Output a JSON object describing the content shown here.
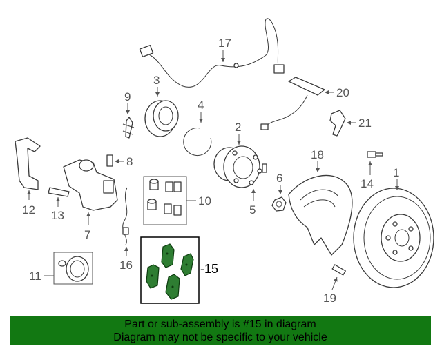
{
  "callouts": {
    "c1": "1",
    "c2": "2",
    "c3": "3",
    "c4": "4",
    "c5": "5",
    "c6": "6",
    "c7": "7",
    "c8": "8",
    "c9": "9",
    "c10": "10",
    "c11": "11",
    "c12": "12",
    "c13": "13",
    "c14": "14",
    "c15": "-15",
    "c16": "16",
    "c17": "17",
    "c18": "18",
    "c19": "19",
    "c20": "20",
    "c21": "21"
  },
  "banner": {
    "line1": "Part or sub-assembly is #15 in diagram",
    "line2": "Diagram may not be specific to your vehicle"
  },
  "colors": {
    "highlight_part": "#2e7d32",
    "banner_bg": "#127812"
  }
}
